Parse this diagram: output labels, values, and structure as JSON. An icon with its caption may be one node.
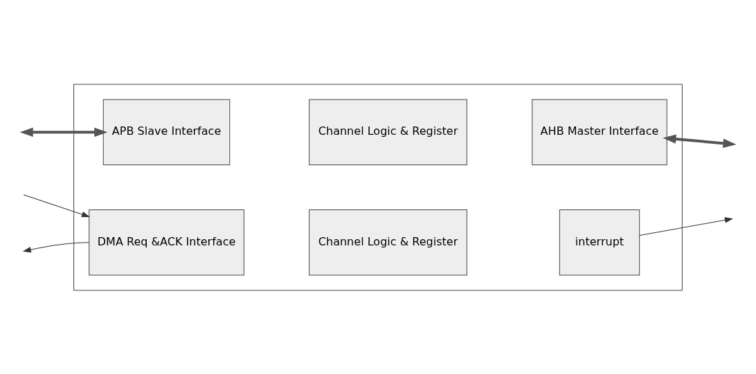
{
  "diagram": {
    "nodes": [
      {
        "text": [],
        "shape": "box"
      },
      {
        "text": [
          "APB Slave Interface"
        ],
        "in": 0
      },
      {
        "text": [
          "Channel Logic & Register"
        ],
        "in": 0
      },
      {
        "text": [
          "AHB Master Interface"
        ],
        "in": 0
      },
      {
        "text": [
          "DMA Req &ACK Interface"
        ],
        "in": 0
      },
      {
        "text": [
          "Channel Logic & Register"
        ],
        "in": 0
      },
      {
        "text": [
          "interrupt"
        ],
        "in": 0
      }
    ],
    "edges": [
      {
        "from": null,
        "to": 1,
        "arrow": "both",
        "style": "thick"
      },
      {
        "from": 3,
        "to": null,
        "arrow": "both",
        "style": "thick"
      },
      {
        "from": null,
        "to": 4,
        "arrow": "to"
      },
      {
        "from": 4,
        "to": null,
        "arrow": "to"
      },
      {
        "from": 6,
        "to": null,
        "arrow": "to"
      }
    ]
  }
}
